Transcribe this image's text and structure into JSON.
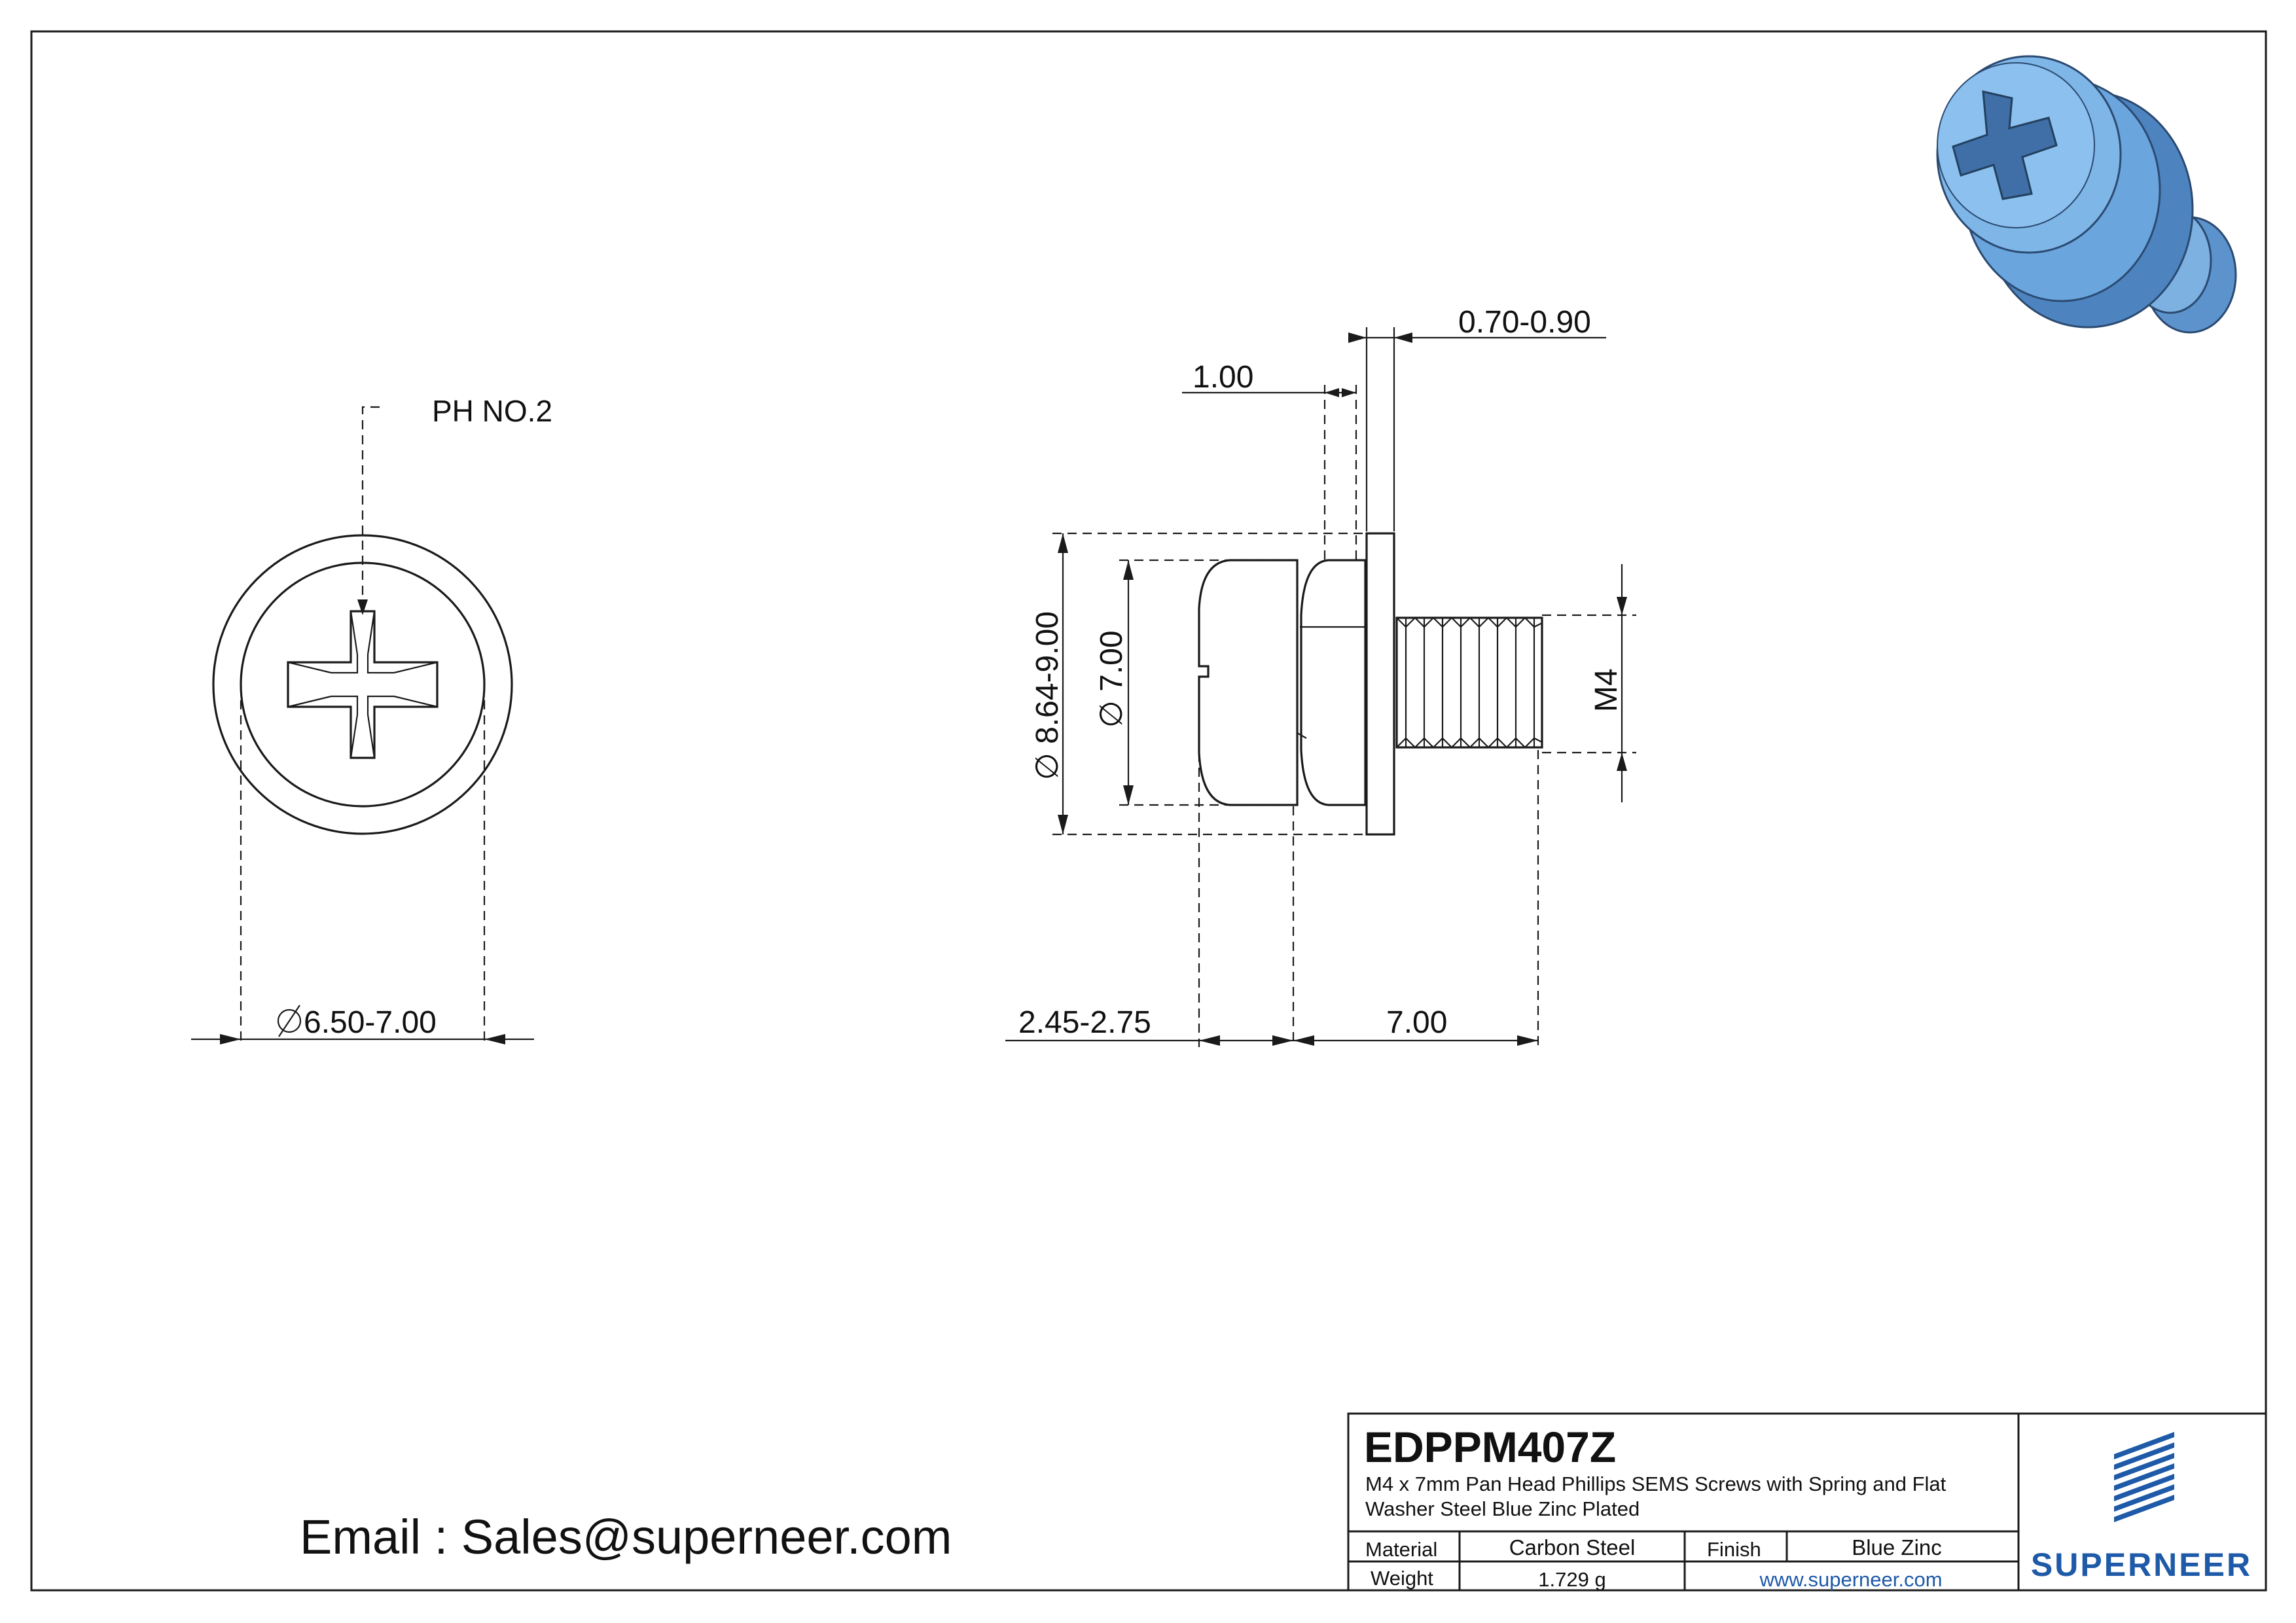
{
  "drawing": {
    "callout_drive": "PH NO.2",
    "dim_head_diameter": "6.50-7.00",
    "dim_head_diameter_symbol": "∅",
    "dim_washer_thickness": "0.70-0.90",
    "dim_spring_thickness": "1.00",
    "dim_washer_diameter": "∅ 8.64-9.00",
    "dim_head_dia_side": "∅ 7.00",
    "dim_thread": "M4",
    "dim_head_height": "2.45-2.75",
    "dim_length": "7.00"
  },
  "email_label": "Email : Sales@superneer.com",
  "title_block": {
    "part_number": "EDPPM407Z",
    "description_line1": "M4 x 7mm Pan Head Phillips SEMS Screws with Spring and Flat",
    "description_line2": "Washer Steel Blue Zinc Plated",
    "material_label": "Material",
    "material_value": "Carbon Steel",
    "finish_label": "Finish",
    "finish_value": "Blue Zinc",
    "weight_label": "Weight",
    "weight_value": "1.729 g",
    "website": "www.superneer.com",
    "brand": "SUPERNEER",
    "brand_color": "#1e5aa8"
  },
  "render_preview": {
    "icon": "blue-zinc-sems-screw",
    "color": "#6aa5de"
  }
}
